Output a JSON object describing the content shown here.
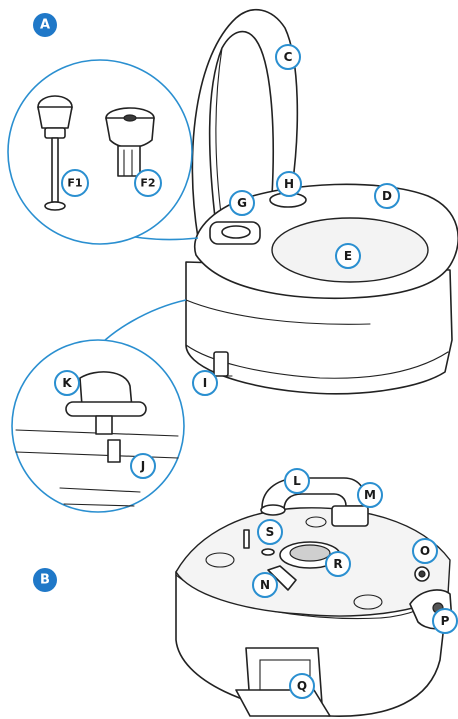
{
  "sections": {
    "a": "A",
    "b": "B"
  },
  "labels": {
    "c": "C",
    "d": "D",
    "e": "E",
    "f1": "F1",
    "f2": "F2",
    "g": "G",
    "h": "H",
    "i": "I",
    "j": "J",
    "k": "K",
    "l": "L",
    "m": "M",
    "n": "N",
    "o": "O",
    "p": "P",
    "q": "Q",
    "r": "R",
    "s": "S"
  },
  "colors": {
    "callout_outline": "#2a8fd0",
    "callout_fill": "#ffffff",
    "section_badge_fill": "#1f78c8",
    "line_art": "#222222"
  }
}
